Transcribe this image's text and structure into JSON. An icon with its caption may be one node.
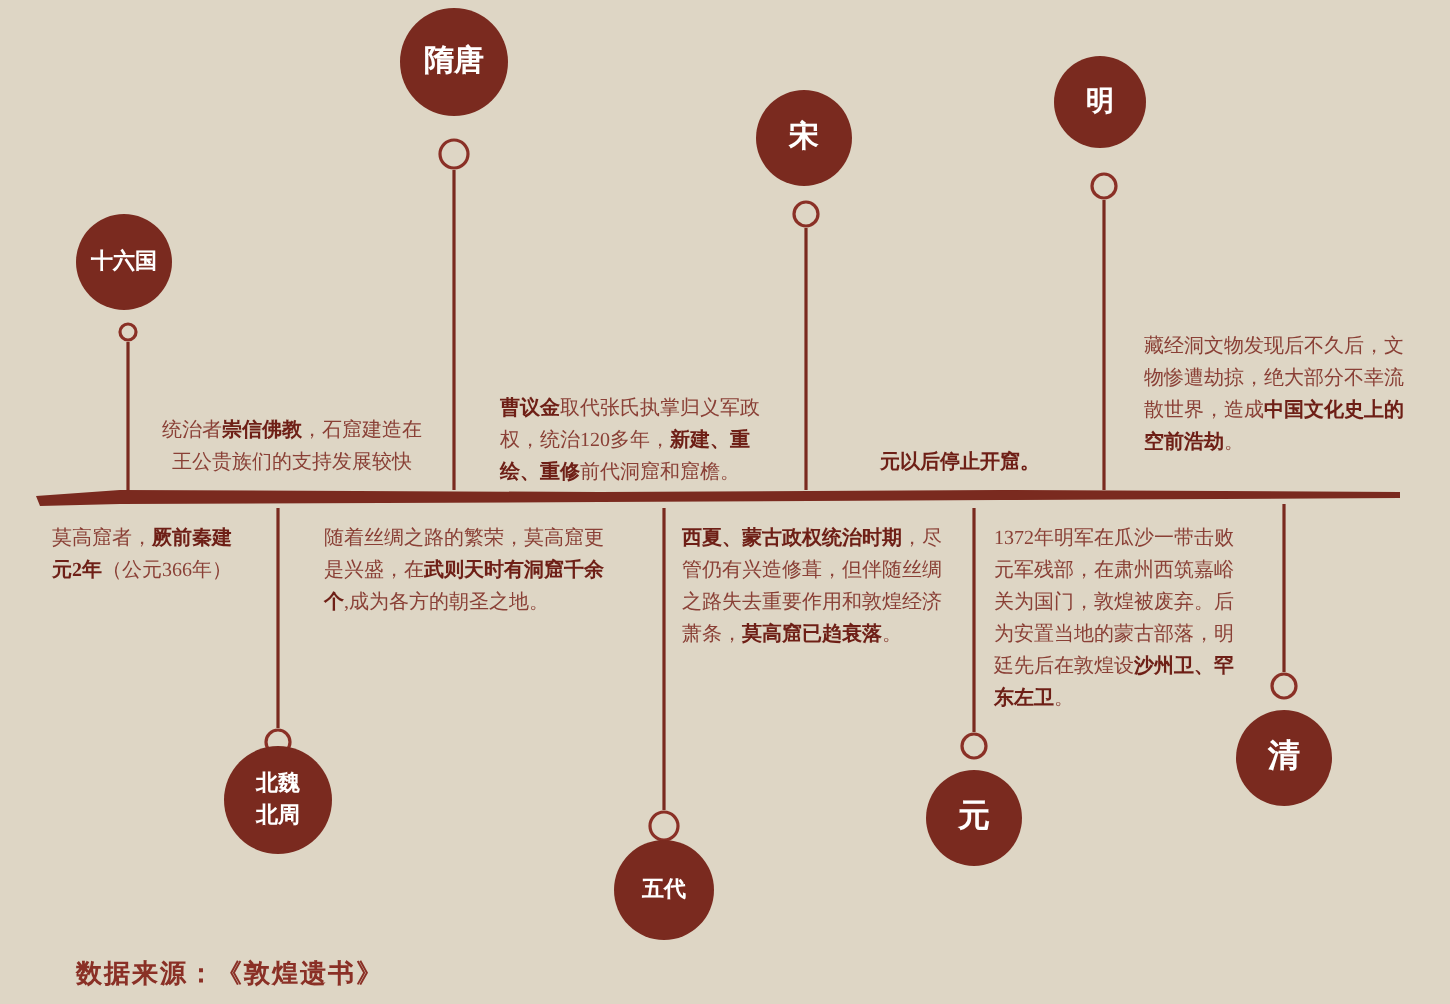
{
  "diagram": {
    "nodes": [
      {
        "text": [
          "十六国"
        ]
      },
      {
        "text": [
          "北魏北周"
        ]
      },
      {
        "text": [
          "隋唐"
        ]
      },
      {
        "text": [
          "五代"
        ]
      },
      {
        "text": [
          "宋"
        ]
      },
      {
        "text": [
          "元"
        ]
      },
      {
        "text": [
          "明"
        ]
      },
      {
        "text": [
          "清"
        ]
      }
    ],
    "labels": [
      "莫高窟者，**厥前秦建元2年**（公元366年）",
      "统治者**崇信佛教**，石窟建造在王公贵族们的支持发展较快",
      "随着丝绸之路的繁荣，莫高窟更是兴盛，在**武则天时有洞窟千余个**,成为各方的朝圣之地。",
      "**曹议金**取代张氏执掌归义军政权，统治120多年，**新建、重绘、重修**前代洞窟和窟檐。",
      "**西夏、蒙古政权统治时期**，尽管仍有兴造修葺，但伴随丝绸之路失去重要作用和敦煌经济萧条，**莫高窟已趋衰落**。",
      "元以后停止开窟。",
      "1372年明军在瓜沙一带击败元军残部，在肃州西筑嘉峪关为国门，敦煌被废弃。后为安置当地的蒙古部落，明廷先后在敦煌设**沙州卫、罕东左卫**。",
      "藏经洞文物发现后不久后，文物惨遭劫掠，绝大部分不幸流散世界，造成**中国文化史上的空前浩劫**。",
      "数据来源：《敦煌遗书》"
    ]
  }
}
